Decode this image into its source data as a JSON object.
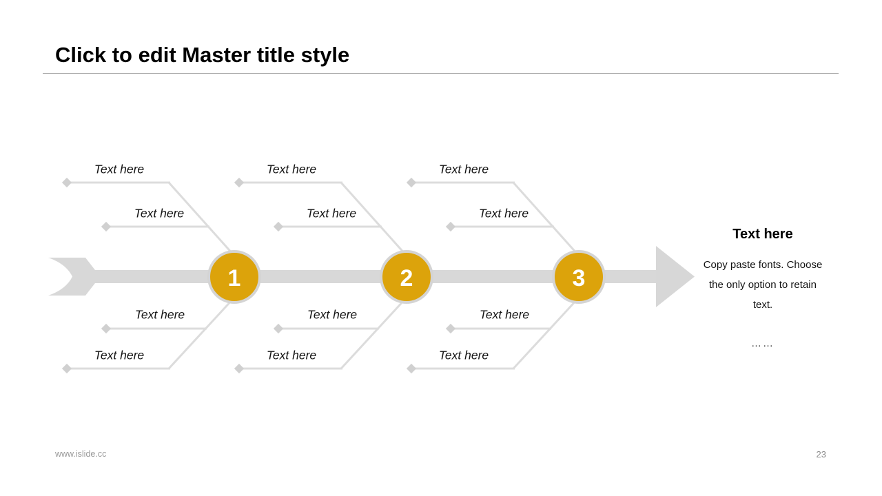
{
  "slide": {
    "title": "Click to edit Master title style",
    "footer_url": "www.islide.cc",
    "page_number": "23"
  },
  "colors": {
    "accent_gold": "#DCA30B",
    "line_gray": "#DCDCDC",
    "shaft_gray": "#D8D8D8",
    "diamond_gray": "#D0D0D0",
    "circle_ring_gray": "#D4D4D4"
  },
  "diagram": {
    "type": "fishbone-process",
    "units": [
      {
        "number": "1",
        "labels": {
          "upper_outer": "Text here",
          "upper_inner": "Text here",
          "lower_inner": "Text here",
          "lower_outer": "Text here"
        }
      },
      {
        "number": "2",
        "labels": {
          "upper_outer": "Text here",
          "upper_inner": "Text here",
          "lower_inner": "Text here",
          "lower_outer": "Text here"
        }
      },
      {
        "number": "3",
        "labels": {
          "upper_outer": "Text here",
          "upper_inner": "Text here",
          "lower_inner": "Text here",
          "lower_outer": "Text here"
        }
      }
    ],
    "summary": {
      "heading": "Text here",
      "body_lines": [
        "Copy paste fonts. Choose",
        "the only option to retain",
        "text."
      ],
      "ellipsis": "……"
    }
  }
}
